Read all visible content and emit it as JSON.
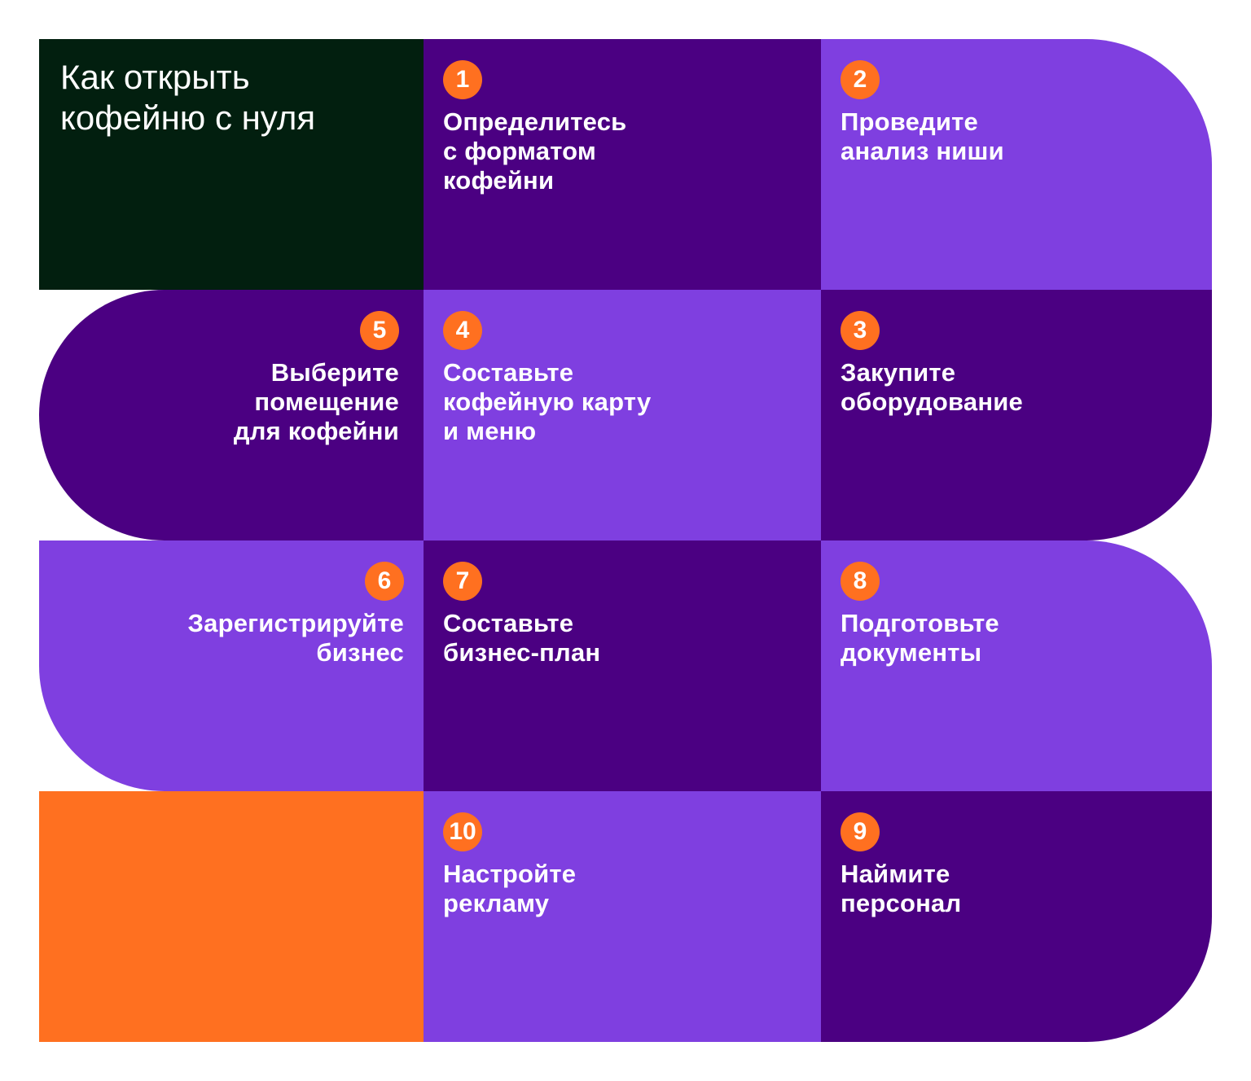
{
  "title": "Как открыть\nкофейню с нуля",
  "steps": {
    "s1": {
      "num": "1",
      "text": "Определитесь\nс форматом\nкофейни"
    },
    "s2": {
      "num": "2",
      "text": "Проведите\nанализ ниши"
    },
    "s3": {
      "num": "3",
      "text": "Закупите\nоборудование"
    },
    "s4": {
      "num": "4",
      "text": "Составьте\nкофейную карту\nи меню"
    },
    "s5": {
      "num": "5",
      "text": "Выберите\nпомещение\nдля кофейни"
    },
    "s6": {
      "num": "6",
      "text": "Зарегистрируйте\nбизнес"
    },
    "s7": {
      "num": "7",
      "text": "Составьте\nбизнес-план"
    },
    "s8": {
      "num": "8",
      "text": "Подготовьте\nдокументы"
    },
    "s9": {
      "num": "9",
      "text": "Наймите\nперсонал"
    },
    "s10": {
      "num": "10",
      "text": "Настройте\nрекламу"
    }
  },
  "colors": {
    "dark_purple": "#4b0082",
    "light_purple": "#7f3fe0",
    "title_bg": "#021f0f",
    "accent_orange": "#ff7020"
  }
}
